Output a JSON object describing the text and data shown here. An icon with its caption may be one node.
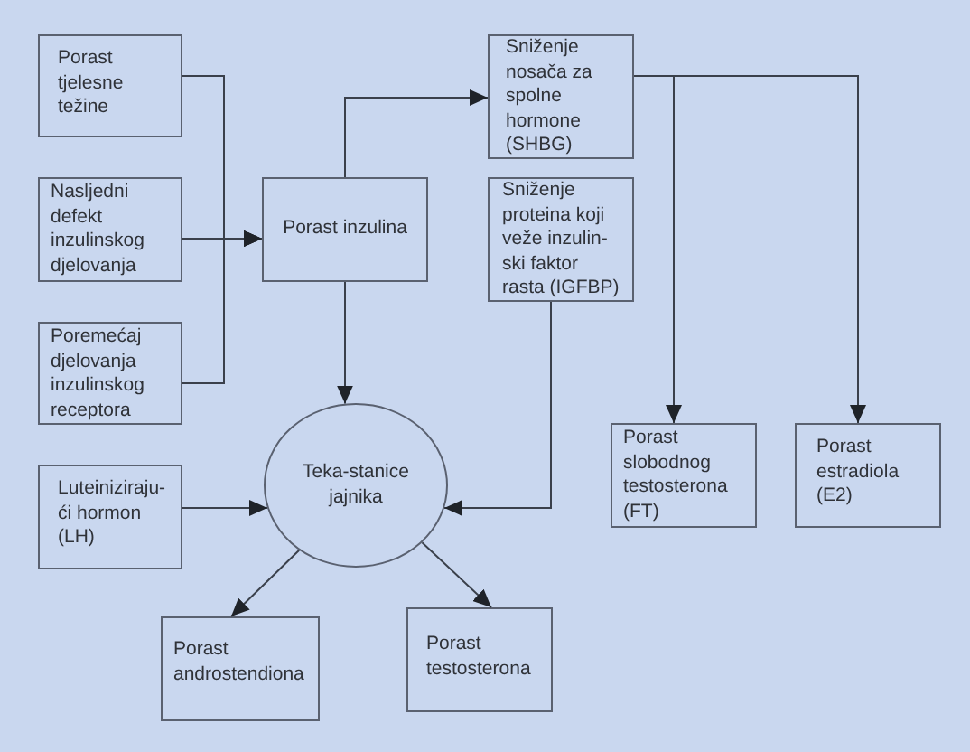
{
  "diagram": {
    "nodes": [
      {
        "text": [
          "Porast tjelesne težine"
        ]
      },
      {
        "text": [
          "Nasljedni defekt inzulinskog djelovanja"
        ]
      },
      {
        "text": [
          "Poremećaj djelovanja inzulinskog receptora"
        ]
      },
      {
        "text": [
          "Porast inzulina"
        ]
      },
      {
        "text": [
          "Sniženje nosača za spolne hormone (SHBG)"
        ]
      },
      {
        "text": [
          "Sniženje proteina koji veže inzulin-ski faktor rasta (IGFBP)"
        ]
      },
      {
        "text": [
          "Teka-stanice jajnika"
        ]
      },
      {
        "text": [
          "Luteiniziraju-ći hormon (LH)"
        ]
      },
      {
        "text": [
          "Porast slobodnog testosterona (FT)"
        ]
      },
      {
        "text": [
          "Porast estradiola (E2)"
        ]
      },
      {
        "text": [
          "Porast androstendiona"
        ]
      },
      {
        "text": [
          "Porast testosterona"
        ]
      }
    ],
    "edges": [
      {
        "from": 0,
        "to": 3,
        "arrow": "to"
      },
      {
        "from": 1,
        "to": 3,
        "arrow": "to"
      },
      {
        "from": 2,
        "to": 3,
        "arrow": "to"
      },
      {
        "from": 3,
        "to": 4,
        "arrow": "to"
      },
      {
        "from": 3,
        "to": 6,
        "arrow": "to"
      },
      {
        "from": 7,
        "to": 6,
        "arrow": "to"
      },
      {
        "from": 5,
        "to": 6,
        "arrow": "to"
      },
      {
        "from": 4,
        "to": 8,
        "arrow": "to"
      },
      {
        "from": 4,
        "to": 9,
        "arrow": "to"
      },
      {
        "from": 6,
        "to": 10,
        "arrow": "to"
      },
      {
        "from": 6,
        "to": 11,
        "arrow": "to"
      }
    ]
  }
}
